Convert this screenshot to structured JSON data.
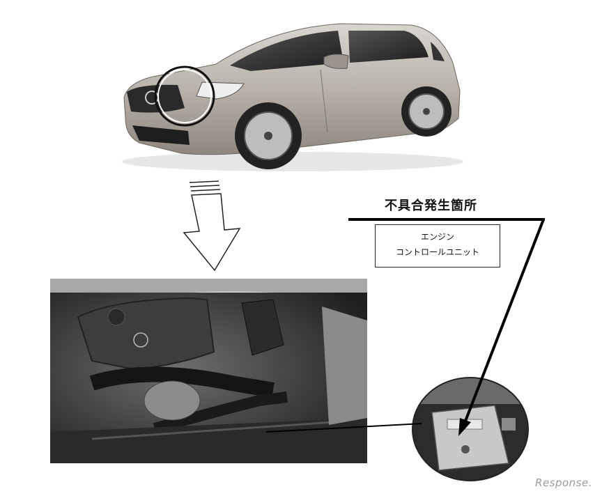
{
  "heading": "不具合発生箇所",
  "component": {
    "line1": "エンジン",
    "line2": "コントロールユニット"
  },
  "watermark": "Response.",
  "images": {
    "car": "car-illustration",
    "engine": "engine-bay-photo",
    "ecu": "engine-control-unit-photo"
  }
}
